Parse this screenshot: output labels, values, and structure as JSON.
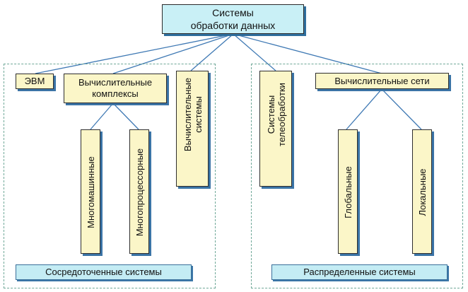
{
  "root": {
    "line1": "Системы",
    "line2": "обработки данных"
  },
  "left_group": {
    "caption": "Сосредоточенные системы",
    "evm": "ЭВМ",
    "complexes": {
      "line1": "Вычислительные",
      "line2": "комплексы"
    },
    "multi_machine": "Многомашинные",
    "multi_processor": "Многопроцессорные",
    "computing_systems": {
      "line1": "Вычислительные",
      "line2": "системы"
    }
  },
  "right_group": {
    "caption": "Распределенные системы",
    "teleprocessing": {
      "line1": "Системы",
      "line2": "телеобработки"
    },
    "networks": "Вычислительные сети",
    "global": "Глобальные",
    "local": "Локальные"
  },
  "colors": {
    "box_fill": "#fbf6c8",
    "header_fill": "#c9f0f6",
    "connector": "#3f79b4",
    "group_border": "#6fa898"
  }
}
